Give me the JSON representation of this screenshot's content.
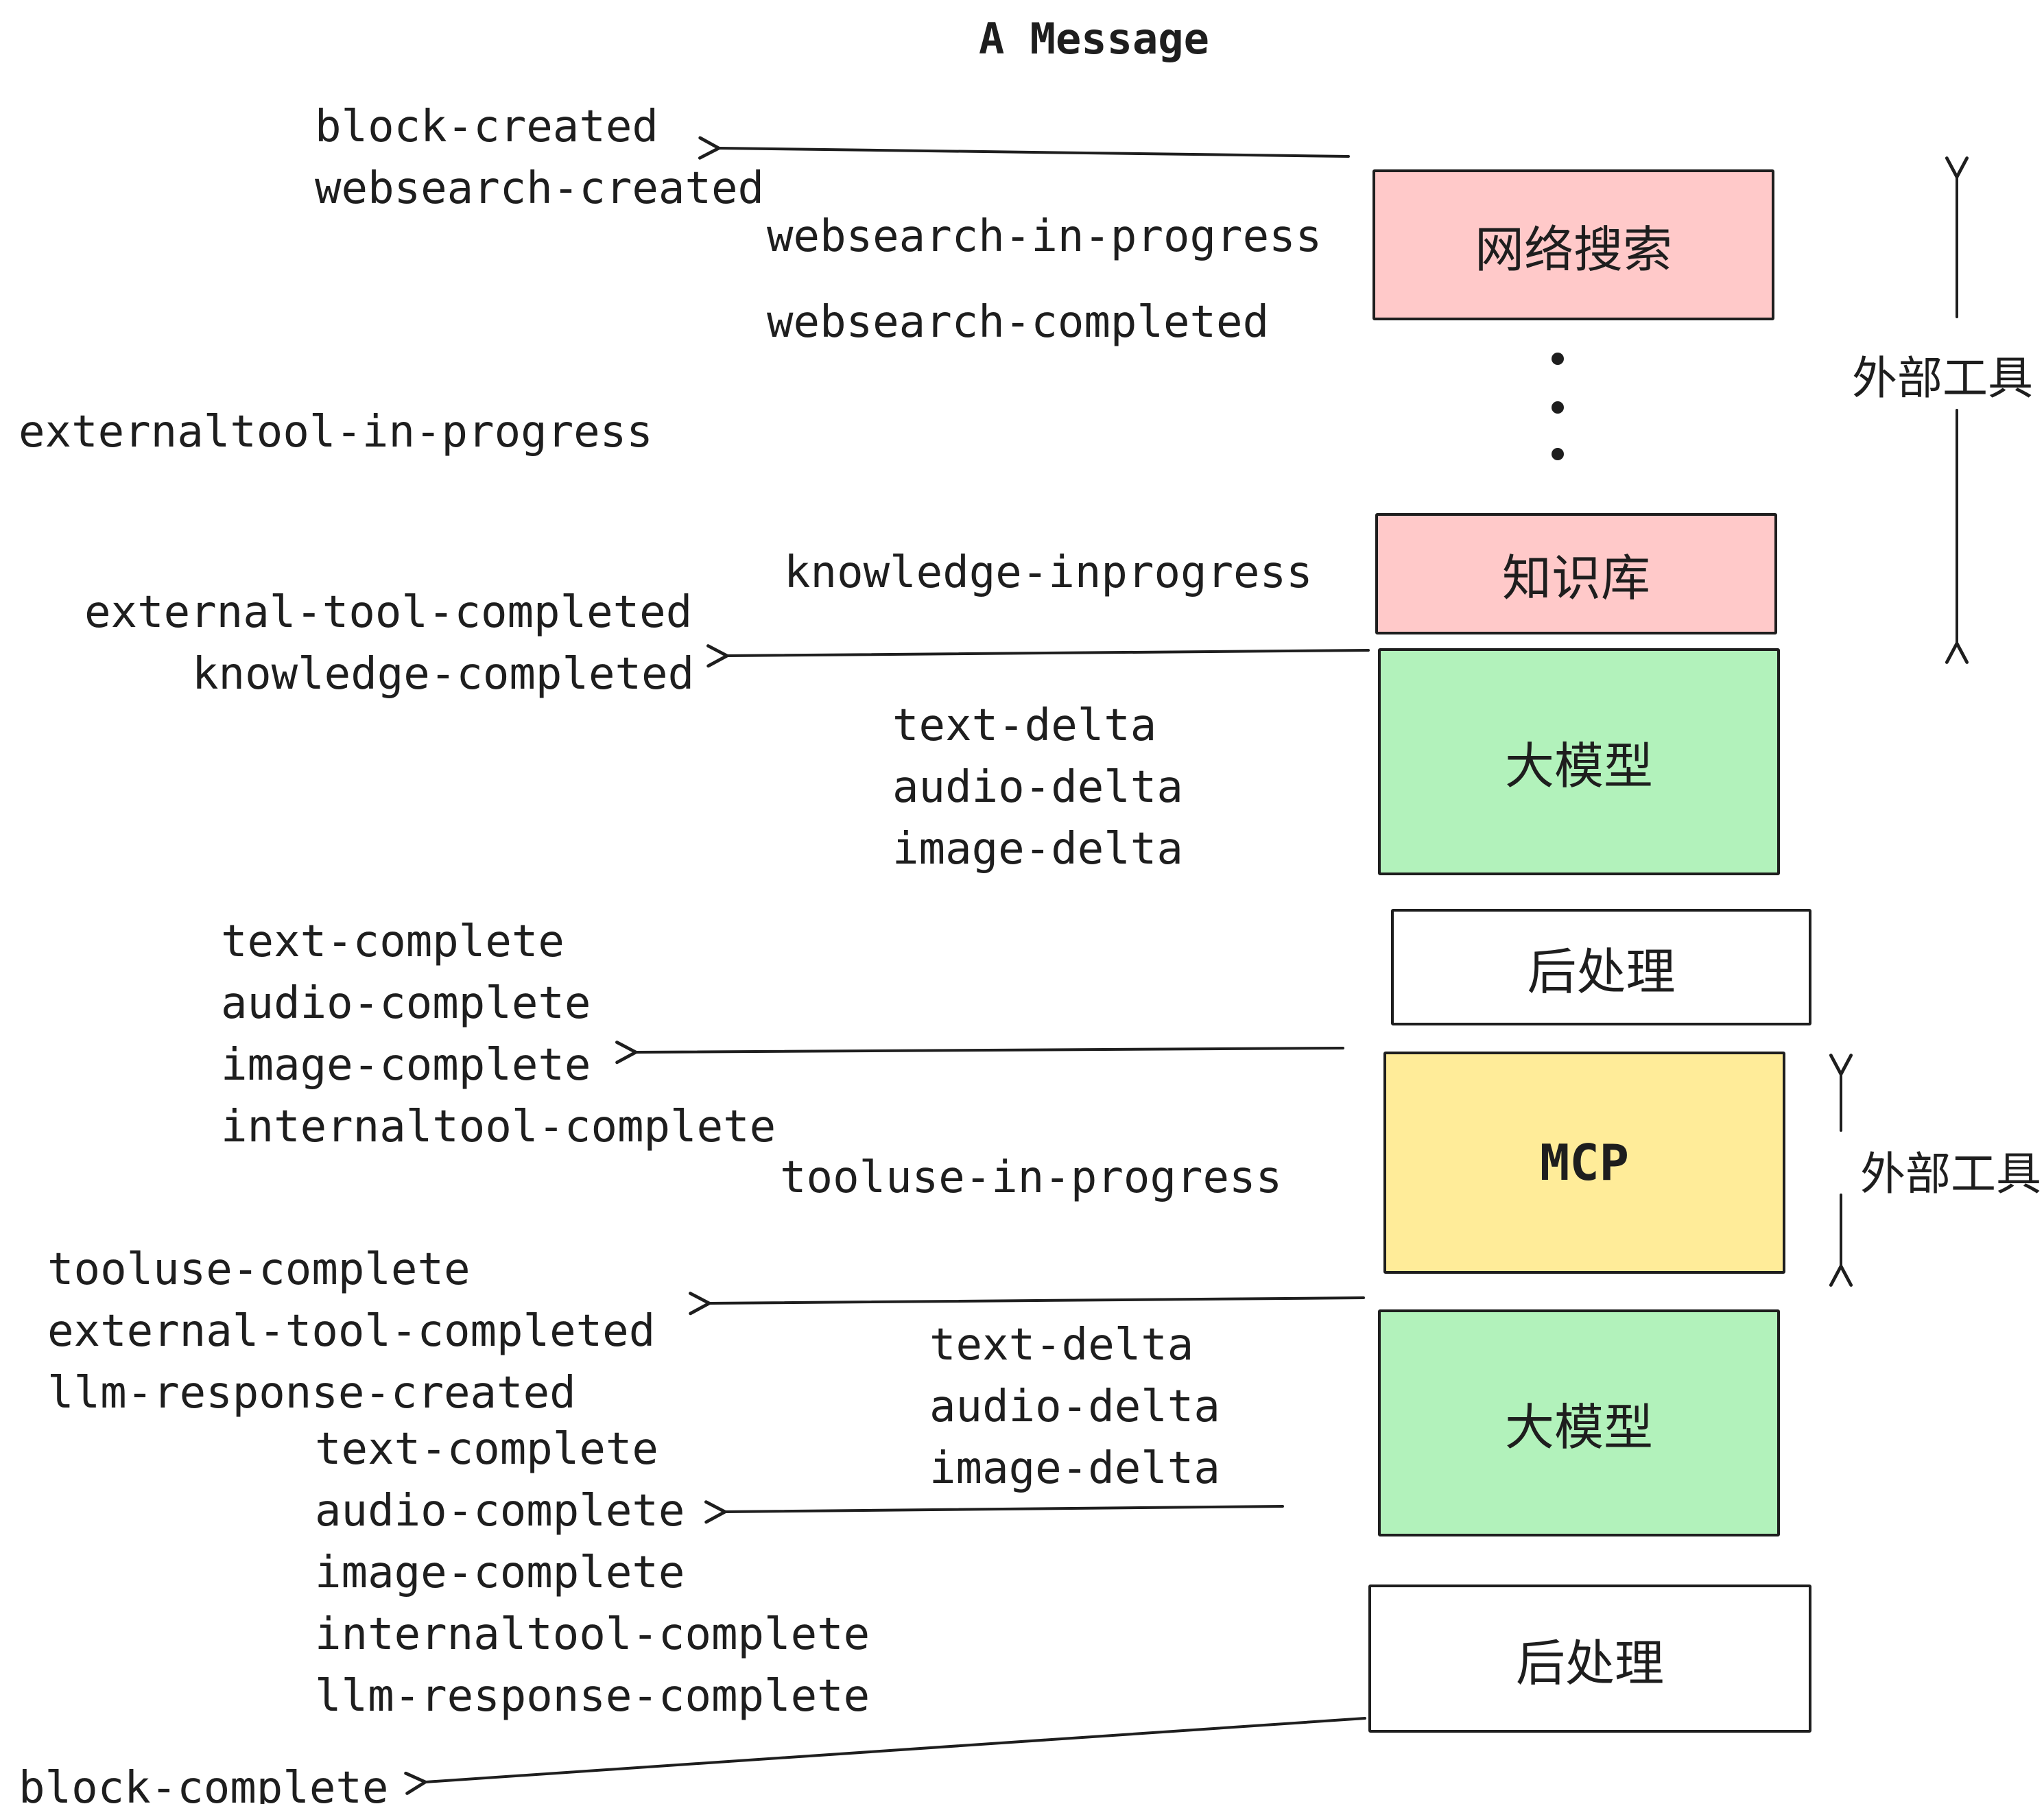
{
  "title": "A Message",
  "events": {
    "start": [
      "block-created",
      "websearch-created"
    ],
    "websearch": [
      "websearch-in-progress",
      "websearch-completed"
    ],
    "externaltool_in_progress": "externaltool-in-progress",
    "knowledge_in_progress": "knowledge-inprogress",
    "external_completed": [
      "external-tool-completed",
      "knowledge-completed"
    ],
    "llm1_deltas": [
      "text-delta",
      "audio-delta",
      "image-delta"
    ],
    "llm1_completes": [
      "text-complete",
      "audio-complete",
      "image-complete",
      "internaltool-complete"
    ],
    "tooluse_in_progress": "tooluse-in-progress",
    "mcp_completed": [
      "tooluse-complete",
      "external-tool-completed",
      "llm-response-created"
    ],
    "llm2_deltas": [
      "text-delta",
      "audio-delta",
      "image-delta"
    ],
    "llm2_completes": [
      "text-complete",
      "audio-complete",
      "image-complete",
      "internaltool-complete",
      "llm-response-complete"
    ],
    "block_complete": "block-complete"
  },
  "boxes": [
    {
      "id": "websearch",
      "label": "网络搜索",
      "color": "#ffc9c9"
    },
    {
      "id": "knowledge",
      "label": "知识库",
      "color": "#ffc9c9"
    },
    {
      "id": "llm-1",
      "label": "大模型",
      "color": "#b2f2bb"
    },
    {
      "id": "postprocess-1",
      "label": "后处理",
      "color": "#ffffff"
    },
    {
      "id": "mcp",
      "label": "MCP",
      "color": "#ffec99"
    },
    {
      "id": "llm-2",
      "label": "大模型",
      "color": "#b2f2bb"
    },
    {
      "id": "postprocess-2",
      "label": "后处理",
      "color": "#ffffff"
    }
  ],
  "annotations": {
    "external_tools_top": "外部工具",
    "external_tools_mid": "外部工具"
  },
  "colors": {
    "pink": "#ffc9c9",
    "green": "#b2f2bb",
    "yellow": "#ffec99",
    "ink": "#1e1e1e",
    "background": "#ffffff"
  }
}
